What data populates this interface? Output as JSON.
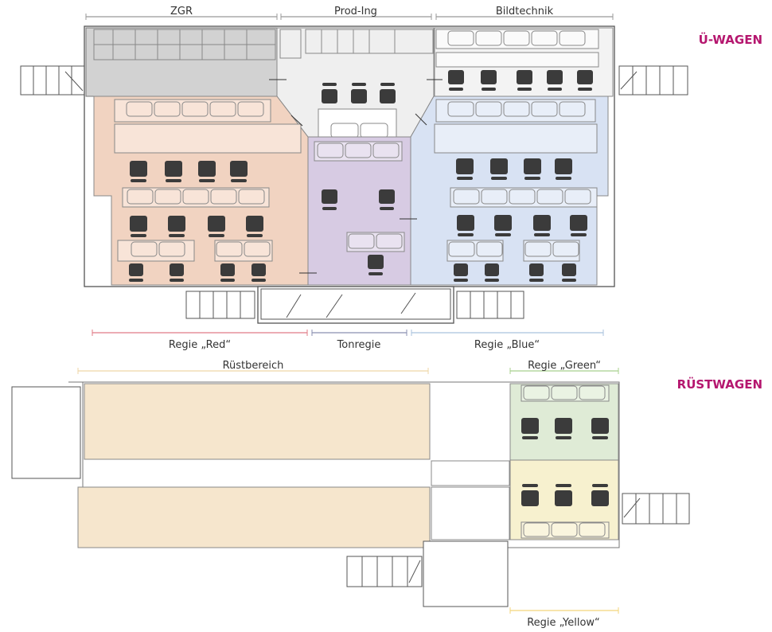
{
  "truck_top": {
    "title": "Ü-WAGEN",
    "sections_top": [
      {
        "label": "ZGR"
      },
      {
        "label": "Prod-Ing"
      },
      {
        "label": "Bildtechnik"
      }
    ],
    "sections_bottom": [
      {
        "label": "Regie „Red“"
      },
      {
        "label": "Tonregie"
      },
      {
        "label": "Regie „Blue“"
      }
    ]
  },
  "truck_bottom": {
    "title": "RÜSTWAGEN",
    "sections_top": [
      {
        "label": "Rüstbereich"
      },
      {
        "label": "Regie „Green“"
      }
    ],
    "sections_bottom": [
      {
        "label": "Regie „Yellow“"
      }
    ]
  },
  "colors": {
    "title": "#b5176f",
    "red_zone": "#f1d3c1",
    "sound_zone": "#d7cbe3",
    "blue_zone": "#d8e2f3",
    "zgr_zone": "#d2d2d2",
    "prod_zone": "#efefef",
    "ruest_zone": "#f6e6cd",
    "green_zone": "#dfebd6",
    "yellow_zone": "#f7f1cf",
    "red_line": "#e07b86",
    "sound_line": "#8a8fb0",
    "blue_line": "#a9c2dd",
    "ruest_line": "#efd6a6",
    "green_line": "#a8d08e",
    "yellow_line": "#f3d57a"
  }
}
